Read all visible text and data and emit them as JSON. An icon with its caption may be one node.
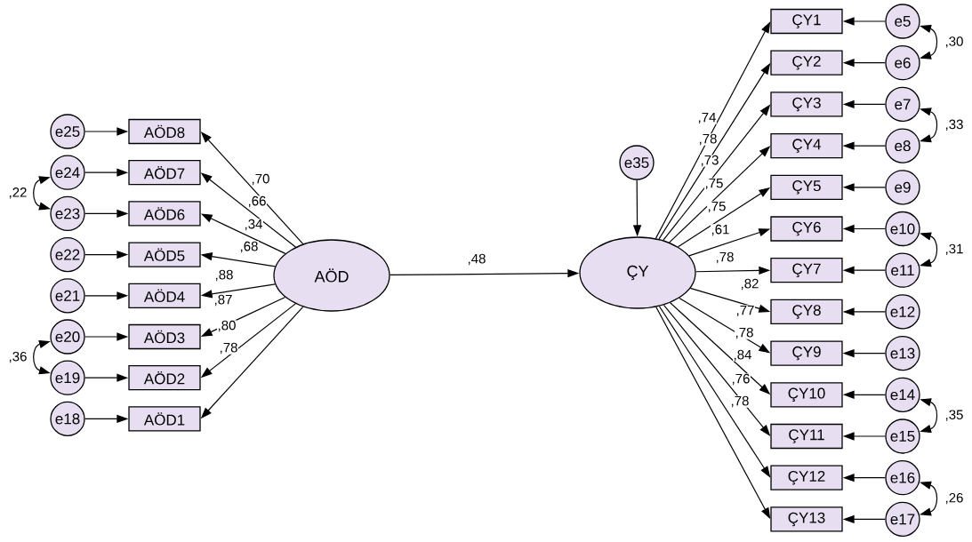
{
  "diagram": {
    "nodes": [
      {
        "text": [
          "AÖD"
        ]
      },
      {
        "text": [
          "ÇY"
        ]
      },
      {
        "text": [
          "e35"
        ]
      },
      {
        "text": [
          "AÖD8"
        ]
      },
      {
        "text": [
          "AÖD7"
        ]
      },
      {
        "text": [
          "AÖD6"
        ]
      },
      {
        "text": [
          "AÖD5"
        ]
      },
      {
        "text": [
          "AÖD4"
        ]
      },
      {
        "text": [
          "AÖD3"
        ]
      },
      {
        "text": [
          "AÖD2"
        ]
      },
      {
        "text": [
          "AÖD1"
        ]
      },
      {
        "text": [
          "e25"
        ]
      },
      {
        "text": [
          "e24"
        ]
      },
      {
        "text": [
          "e23"
        ]
      },
      {
        "text": [
          "e22"
        ]
      },
      {
        "text": [
          "e21"
        ]
      },
      {
        "text": [
          "e20"
        ]
      },
      {
        "text": [
          "e19"
        ]
      },
      {
        "text": [
          "e18"
        ]
      },
      {
        "text": [
          "ÇY1"
        ]
      },
      {
        "text": [
          "ÇY2"
        ]
      },
      {
        "text": [
          "ÇY3"
        ]
      },
      {
        "text": [
          "ÇY4"
        ]
      },
      {
        "text": [
          "ÇY5"
        ]
      },
      {
        "text": [
          "ÇY6"
        ]
      },
      {
        "text": [
          "ÇY7"
        ]
      },
      {
        "text": [
          "ÇY8"
        ]
      },
      {
        "text": [
          "ÇY9"
        ]
      },
      {
        "text": [
          "ÇY10"
        ]
      },
      {
        "text": [
          "ÇY11"
        ]
      },
      {
        "text": [
          "ÇY12"
        ]
      },
      {
        "text": [
          "ÇY13"
        ]
      },
      {
        "text": [
          "e5"
        ]
      },
      {
        "text": [
          "e6"
        ]
      },
      {
        "text": [
          "e7"
        ]
      },
      {
        "text": [
          "e8"
        ]
      },
      {
        "text": [
          "e9"
        ]
      },
      {
        "text": [
          "e10"
        ]
      },
      {
        "text": [
          "e11"
        ]
      },
      {
        "text": [
          "e12"
        ]
      },
      {
        "text": [
          "e13"
        ]
      },
      {
        "text": [
          "e14"
        ]
      },
      {
        "text": [
          "e15"
        ]
      },
      {
        "text": [
          "e16"
        ]
      },
      {
        "text": [
          "e17"
        ]
      }
    ],
    "edges": [
      {
        "from": 0,
        "to": 1,
        "arrow": "to",
        "label": ",48"
      },
      {
        "from": 2,
        "to": 1,
        "arrow": "to"
      },
      {
        "from": 0,
        "to": 3,
        "arrow": "to",
        "label": ",70"
      },
      {
        "from": 0,
        "to": 4,
        "arrow": "to",
        "label": ",66"
      },
      {
        "from": 0,
        "to": 5,
        "arrow": "to",
        "label": ",34"
      },
      {
        "from": 0,
        "to": 6,
        "arrow": "to",
        "label": ",68"
      },
      {
        "from": 0,
        "to": 7,
        "arrow": "to",
        "label": ",88"
      },
      {
        "from": 0,
        "to": 8,
        "arrow": "to",
        "label": ",87"
      },
      {
        "from": 0,
        "to": 9,
        "arrow": "to",
        "label": ",80"
      },
      {
        "from": 0,
        "to": 10,
        "arrow": "to",
        "label": ",78"
      },
      {
        "from": 11,
        "to": 3,
        "arrow": "to"
      },
      {
        "from": 12,
        "to": 4,
        "arrow": "to"
      },
      {
        "from": 13,
        "to": 5,
        "arrow": "to"
      },
      {
        "from": 14,
        "to": 6,
        "arrow": "to"
      },
      {
        "from": 15,
        "to": 7,
        "arrow": "to"
      },
      {
        "from": 16,
        "to": 8,
        "arrow": "to"
      },
      {
        "from": 17,
        "to": 9,
        "arrow": "to"
      },
      {
        "from": 18,
        "to": 10,
        "arrow": "to"
      },
      {
        "from": 1,
        "to": 19,
        "arrow": "to",
        "label": ",74"
      },
      {
        "from": 1,
        "to": 20,
        "arrow": "to",
        "label": ",78"
      },
      {
        "from": 1,
        "to": 21,
        "arrow": "to",
        "label": ",73"
      },
      {
        "from": 1,
        "to": 22,
        "arrow": "to",
        "label": ",75"
      },
      {
        "from": 1,
        "to": 23,
        "arrow": "to",
        "label": ",75"
      },
      {
        "from": 1,
        "to": 24,
        "arrow": "to",
        "label": ",61"
      },
      {
        "from": 1,
        "to": 25,
        "arrow": "to",
        "label": ",78"
      },
      {
        "from": 1,
        "to": 26,
        "arrow": "to",
        "label": ",82"
      },
      {
        "from": 1,
        "to": 27,
        "arrow": "to",
        "label": ",77"
      },
      {
        "from": 1,
        "to": 28,
        "arrow": "to",
        "label": ",78"
      },
      {
        "from": 1,
        "to": 29,
        "arrow": "to",
        "label": ",84"
      },
      {
        "from": 1,
        "to": 30,
        "arrow": "to",
        "label": ",76"
      },
      {
        "from": 1,
        "to": 31,
        "arrow": "to",
        "label": ",78"
      },
      {
        "from": 32,
        "to": 19,
        "arrow": "to"
      },
      {
        "from": 33,
        "to": 20,
        "arrow": "to"
      },
      {
        "from": 34,
        "to": 21,
        "arrow": "to"
      },
      {
        "from": 35,
        "to": 22,
        "arrow": "to"
      },
      {
        "from": 36,
        "to": 23,
        "arrow": "to"
      },
      {
        "from": 37,
        "to": 24,
        "arrow": "to"
      },
      {
        "from": 38,
        "to": 25,
        "arrow": "to"
      },
      {
        "from": 39,
        "to": 26,
        "arrow": "to"
      },
      {
        "from": 40,
        "to": 27,
        "arrow": "to"
      },
      {
        "from": 41,
        "to": 28,
        "arrow": "to"
      },
      {
        "from": 42,
        "to": 29,
        "arrow": "to"
      },
      {
        "from": 43,
        "to": 30,
        "arrow": "to"
      },
      {
        "from": 44,
        "to": 31,
        "arrow": "to"
      },
      {
        "from": 12,
        "to": 13,
        "arrow": "both",
        "label": ",22"
      },
      {
        "from": 16,
        "to": 17,
        "arrow": "both",
        "label": ",36"
      },
      {
        "from": 32,
        "to": 33,
        "arrow": "both",
        "label": ",30"
      },
      {
        "from": 34,
        "to": 35,
        "arrow": "both",
        "label": ",33"
      },
      {
        "from": 37,
        "to": 38,
        "arrow": "both",
        "label": ",31"
      },
      {
        "from": 41,
        "to": 42,
        "arrow": "both",
        "label": ",35"
      },
      {
        "from": 43,
        "to": 44,
        "arrow": "both",
        "label": ",26"
      }
    ]
  }
}
